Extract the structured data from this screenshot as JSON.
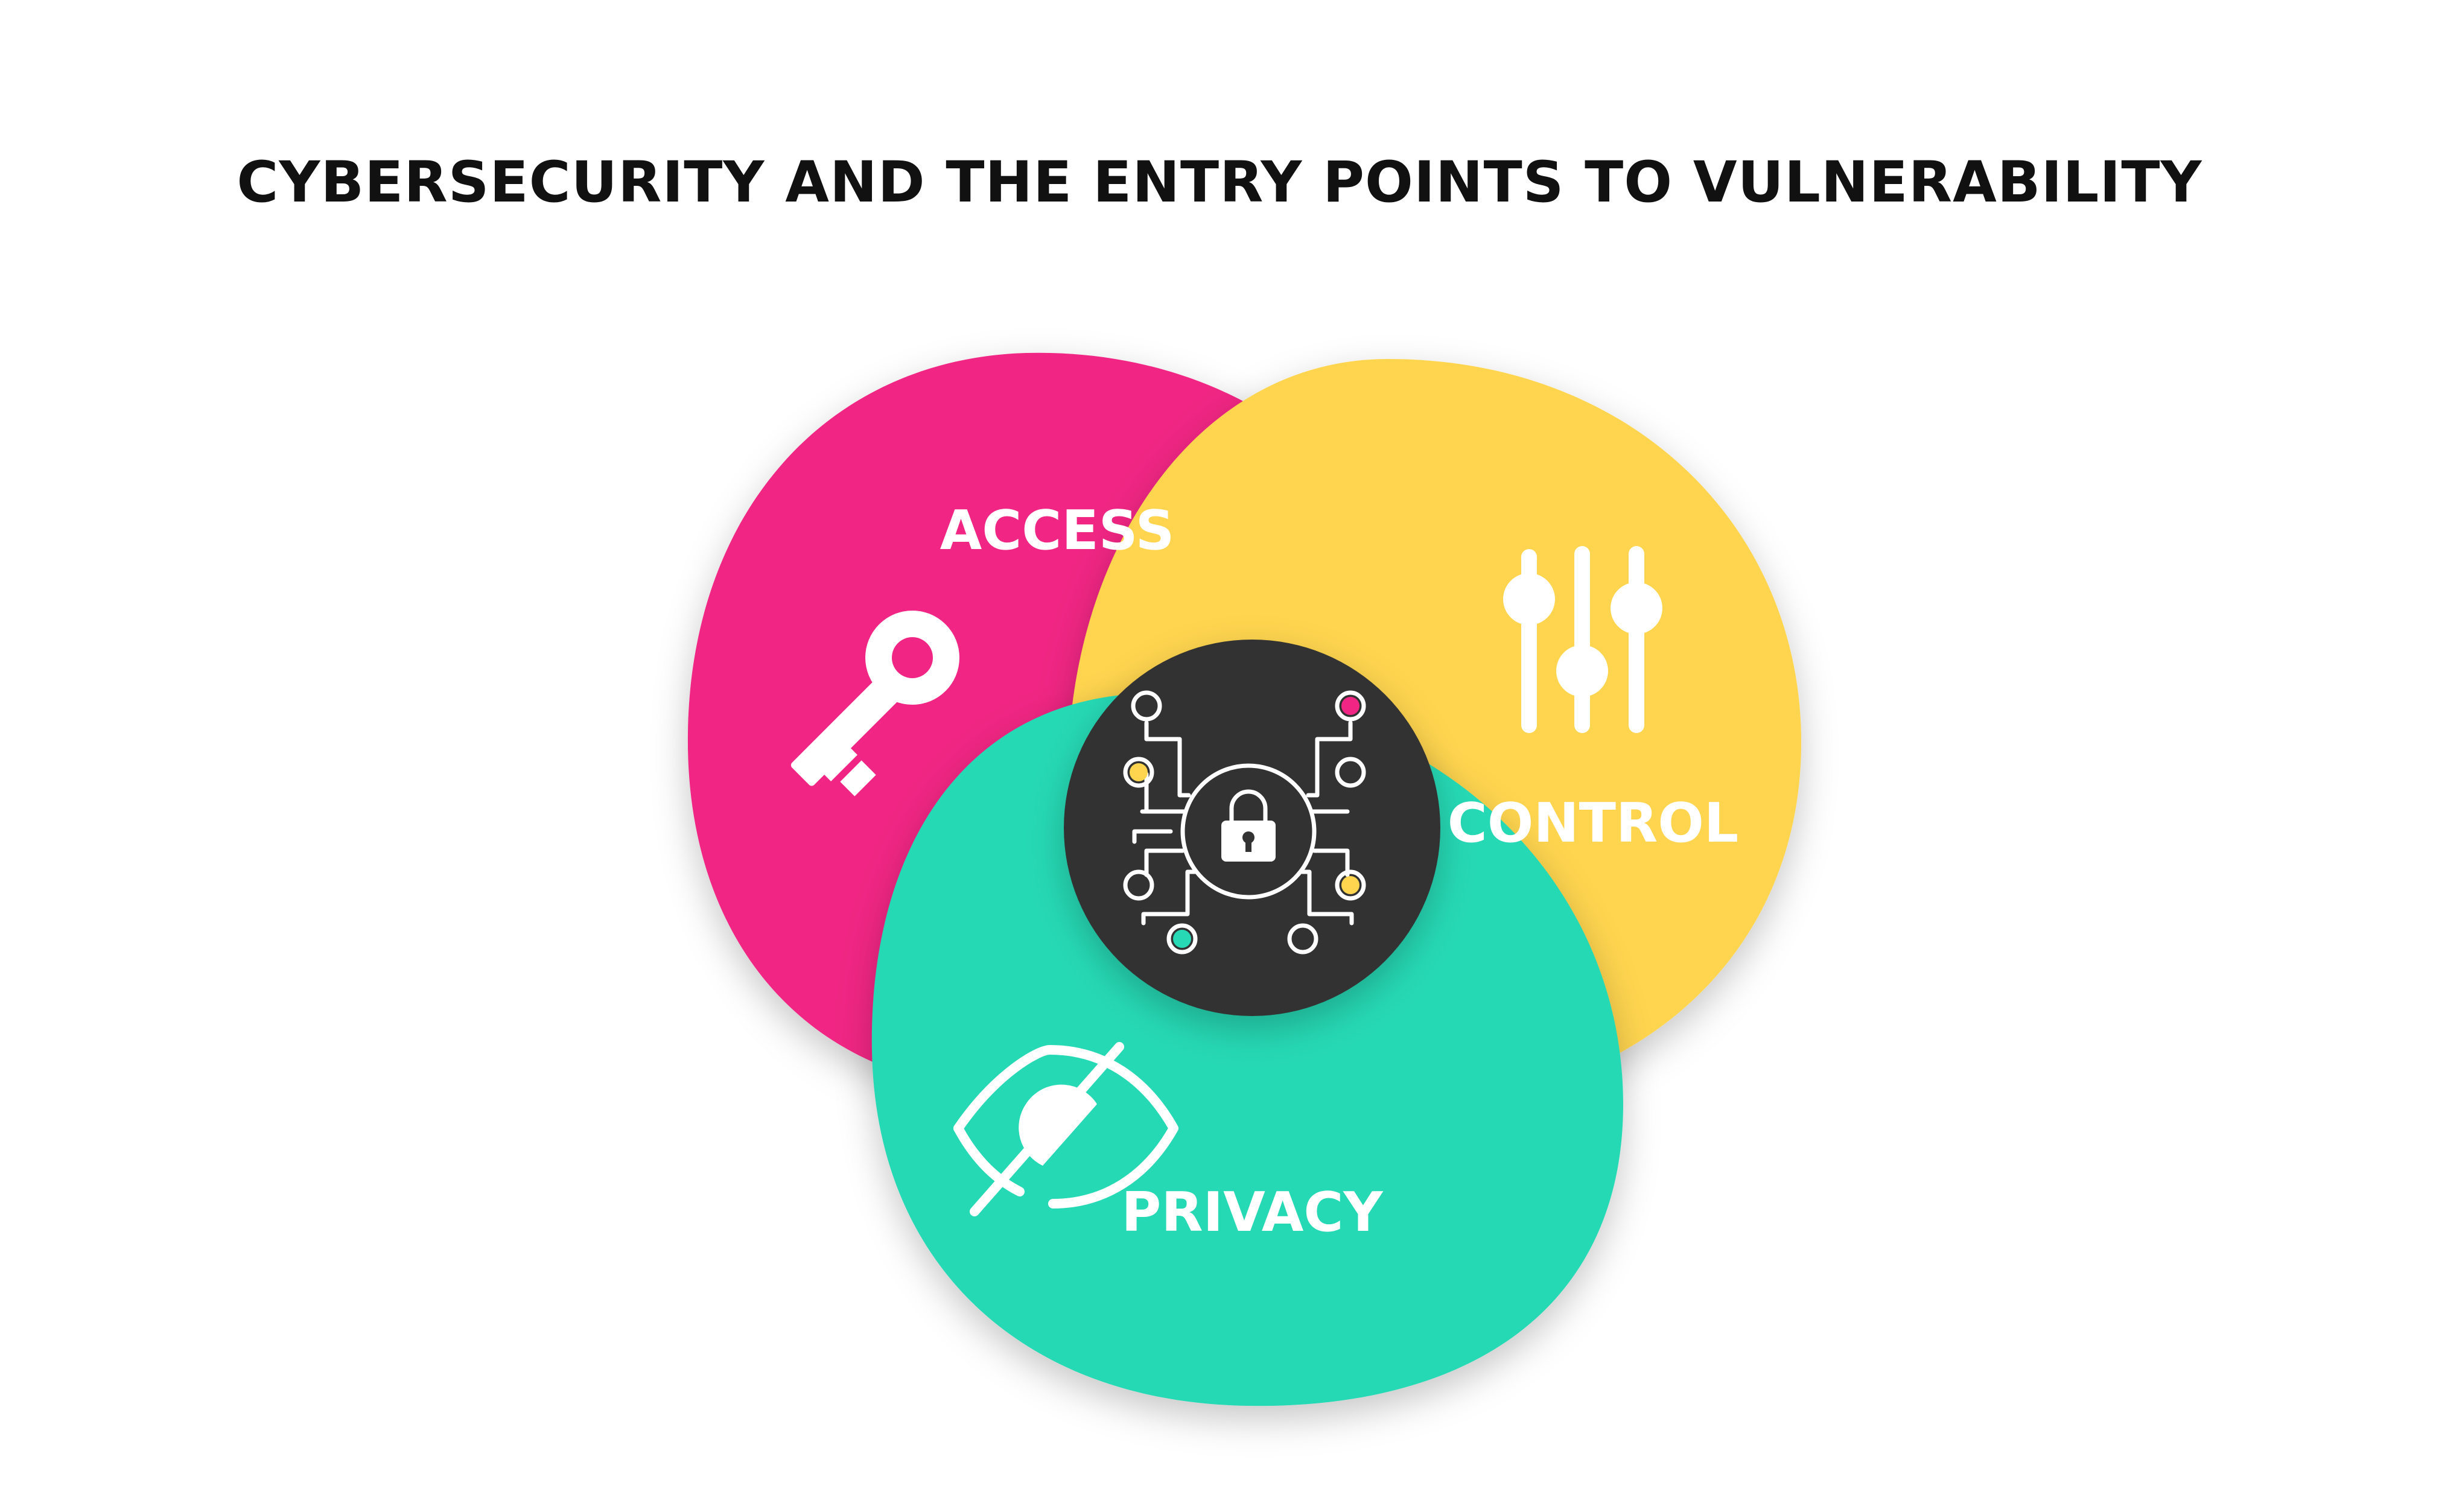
{
  "title": "CYBERSECURITY AND THE ENTRY POINTS TO VULNERABILITY",
  "sections": {
    "access": {
      "label": "ACCESS",
      "color": "#F12684",
      "icon": "key-icon"
    },
    "control": {
      "label": "CONTROL",
      "color": "#FFD54F",
      "icon": "sliders-icon"
    },
    "privacy": {
      "label": "PRIVACY",
      "color": "#27D9B5",
      "icon": "eye-off-icon"
    }
  },
  "center": {
    "color": "#333333",
    "icon": "network-lock-icon"
  }
}
